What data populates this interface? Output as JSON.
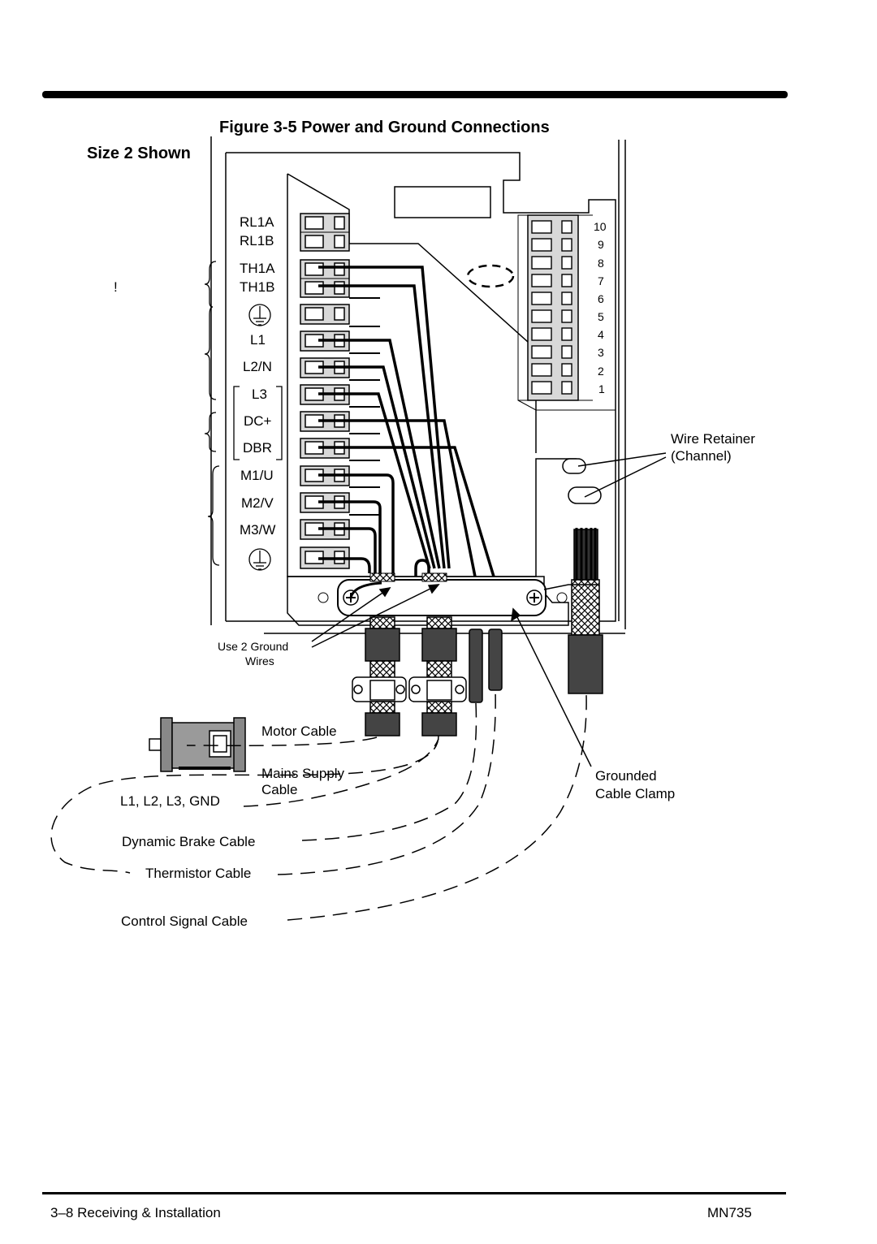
{
  "figure": {
    "title": "Figure 3-5  Power and Ground Connections",
    "subtitle": "Size 2 Shown",
    "note_mark": "!"
  },
  "terminals_left": [
    "RL1A",
    "RL1B",
    "TH1A",
    "TH1B",
    "L1",
    "L2/N",
    "L3",
    "DC+",
    "DBR",
    "M1/U",
    "M2/V",
    "M3/W"
  ],
  "terminals_right": [
    "10",
    "9",
    "8",
    "7",
    "6",
    "5",
    "4",
    "3",
    "2",
    "1"
  ],
  "callouts": {
    "wire_retainer_1": "Wire Retainer",
    "wire_retainer_2": "(Channel)",
    "use_ground_1": "Use 2 Ground",
    "use_ground_2": "Wires",
    "grounded_clamp_1": "Grounded",
    "grounded_clamp_2": "Cable Clamp"
  },
  "cables": {
    "motor": "Motor Cable",
    "mains_1": "Mains Supply",
    "mains_2": "Cable",
    "mains_lines": "L1, L2, L3, GND",
    "dynamic_brake": "Dynamic Brake Cable",
    "thermistor": "Thermistor Cable",
    "control_signal": "Control Signal Cable"
  },
  "footer": {
    "section": "3–8 Receiving & Installation",
    "doc_id": "MN735"
  }
}
